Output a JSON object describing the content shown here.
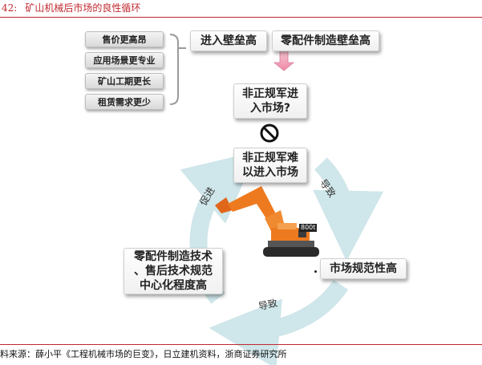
{
  "figure": {
    "number": "42:",
    "title": "矿山机械后市场的良性循环"
  },
  "left_factors": [
    "售价更高昂",
    "应用场景更专业",
    "矿山工期更长",
    "租赁需求更少"
  ],
  "barriers": [
    "进入壁垒高",
    "零配件制造壁垒高"
  ],
  "question": [
    "非正规军进",
    "入市场?"
  ],
  "result": [
    "非正规军难",
    "以进入市场"
  ],
  "market": "市场规范性高",
  "tech": [
    "零配件制造技术",
    "、售后技术规范",
    "中心化程度高"
  ],
  "cycle_labels": {
    "lead_right": "导致",
    "lead_bottom": "导致",
    "promote": "促进"
  },
  "excavator_label": "800t",
  "source": "料来源：薛小平《工程机械市场的巨变》，日立建机资料，浙商证券研究所",
  "colors": {
    "red": "#c0282e",
    "cycle": "#cfe6ea",
    "arrow_pink": "#f2a3b8",
    "excavator": "#ee7a1f"
  }
}
